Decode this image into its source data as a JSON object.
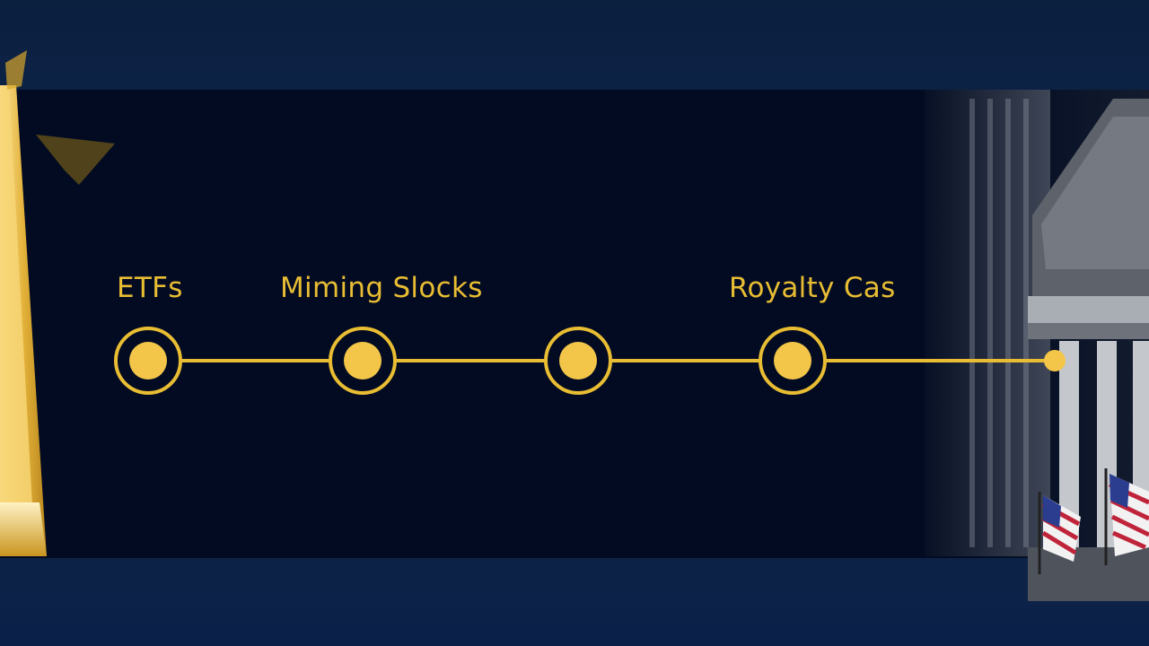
{
  "colors": {
    "gold": "#e9bd33",
    "gold_fill": "#f3c64a",
    "panel": "#020b21",
    "frame": "#0b1f40"
  },
  "timeline": {
    "labels": [
      "ETFs",
      "Miming Slocks",
      "Royalty Cas"
    ],
    "node_count": 4,
    "end_marker": "dot"
  },
  "background": {
    "left_object": "gold-bar",
    "right_scene": "stock-exchange-building",
    "flags": "us-flag-icon"
  }
}
